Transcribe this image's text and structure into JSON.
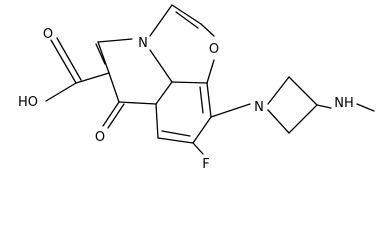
{
  "labels": {
    "ho": "HO",
    "o_carboxyl": "O",
    "o_keto": "O",
    "o_ring": "O",
    "n_ring": "N",
    "n_azetidine": "N",
    "nh": "NH",
    "f": "F"
  }
}
